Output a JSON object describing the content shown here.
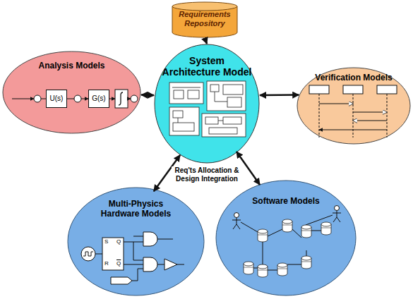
{
  "diagram": {
    "nodes": [
      {
        "text": [
          "Requirements Repository"
        ]
      },
      {
        "text": [
          "System Architecture Model"
        ]
      },
      {
        "text": [
          "Analysis Models"
        ]
      },
      {
        "text": [
          "U(s)"
        ],
        "in": 2
      },
      {
        "text": [
          "G(s)"
        ],
        "in": 2
      },
      {
        "text": [
          "Verification Models"
        ]
      },
      {
        "text": [
          "Multi-Physics Hardware Models"
        ]
      },
      {
        "text": [
          "Software Models"
        ]
      }
    ],
    "edges": [
      {
        "from": 0,
        "to": 1,
        "arrow": "to"
      },
      {
        "from": 1,
        "to": 2,
        "arrow": "both"
      },
      {
        "from": 1,
        "to": 5,
        "arrow": "both"
      },
      {
        "from": 1,
        "to": 6,
        "arrow": "both"
      },
      {
        "from": 1,
        "to": 7,
        "arrow": "both"
      },
      {
        "from": 3,
        "to": 4,
        "arrow": "to"
      }
    ],
    "labels": [
      "Req'ts Allocation & Design Integration",
      "S",
      "Q",
      "R",
      "Q"
    ]
  }
}
